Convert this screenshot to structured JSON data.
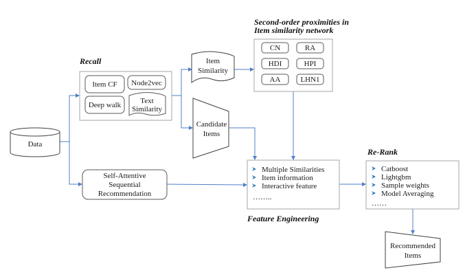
{
  "titles": {
    "recall": "Recall",
    "second_order_line1": "Second-order proximities in",
    "second_order_line2": "Item similarity network",
    "feature_engineering": "Feature Engineering",
    "rerank": "Re-Rank"
  },
  "nodes": {
    "data": "Data",
    "recall_methods": [
      "Item CF",
      "Node2vec",
      "Deep walk"
    ],
    "text_similarity": [
      "Text",
      "Similarity"
    ],
    "item_similarity": [
      "Item",
      "Similarity"
    ],
    "candidate_items": [
      "Candidate",
      "Items"
    ],
    "sasr": [
      "Self-Attentive",
      "Sequential",
      "Recommendation"
    ],
    "recommended_items": [
      "Recommended",
      "Items"
    ]
  },
  "proximities": [
    "CN",
    "RA",
    "HDI",
    "HPI",
    "AA",
    "LHN1"
  ],
  "feature_engineering": {
    "items": [
      "Multiple  Similarities",
      "Item information",
      "Interactive  feature"
    ],
    "ellipsis": "……..",
    "bullet_icon": "arrowhead-bullet"
  },
  "rerank": {
    "items": [
      "Catboost",
      "Lightgbm",
      "Sample weights",
      "Model Averaging"
    ],
    "ellipsis": "……",
    "bullet_icon": "arrowhead-bullet"
  },
  "colors": {
    "connector": "#4f7fc7",
    "bullet": "#2e75b6",
    "box_border": "#a6a6a6"
  }
}
